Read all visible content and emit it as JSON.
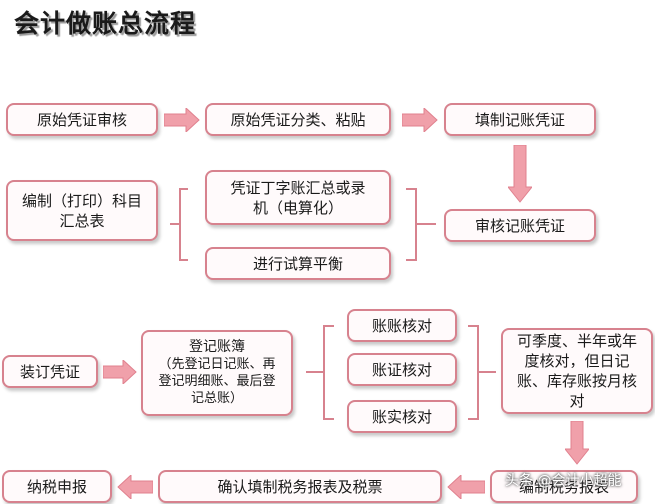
{
  "title": "会计做账总流程",
  "nodes": {
    "original_voucher_review": "原始凭证审核",
    "original_voucher_classify": "原始凭证分类、粘贴",
    "fill_accounting_voucher": "填制记账凭证",
    "print_subject_summary": "编制（打印）科目汇总表",
    "voucher_t_account": "凭证丁字账汇总或录机（电算化）",
    "trial_balance": "进行试算平衡",
    "review_accounting_voucher": "审核记账凭证",
    "bind_voucher": "装订凭证",
    "register_ledger_title": "登记账簿",
    "register_ledger_detail": "（先登记日记账、再登记明细账、最后登记总账）",
    "check_account_account": "账账核对",
    "check_account_voucher": "账证核对",
    "check_account_actual": "账实核对",
    "periodic_check": "可季度、半年或年度核对，但日记账、库存账按月核对",
    "prepare_tax_report": "编制税务报表",
    "confirm_tax_report": "确认填制税务报表及税票",
    "tax_filing": "纳税申报"
  },
  "watermark": "头条 @会计小超能",
  "colors": {
    "border": "#d7828e",
    "arrow": "#f0a0aa",
    "bracket": "#d7828e"
  }
}
